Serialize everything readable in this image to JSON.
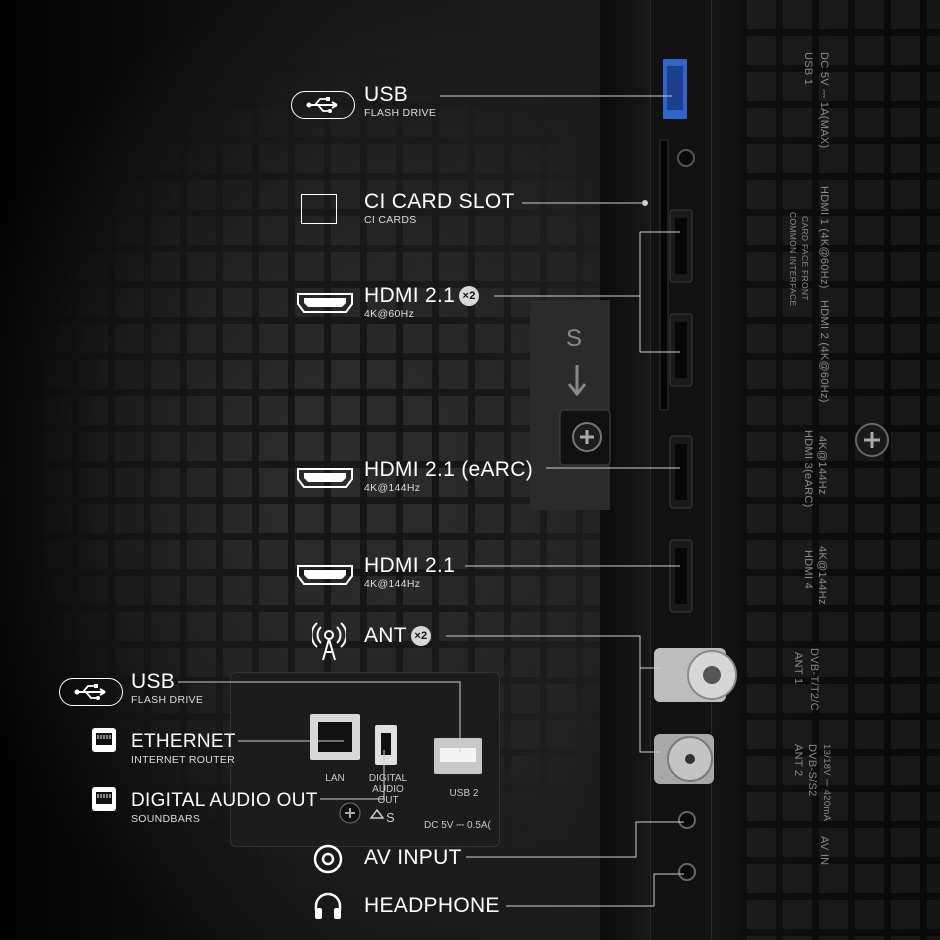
{
  "callouts": {
    "usb_top": {
      "title": "USB",
      "sub": "FLASH DRIVE",
      "icon": "usb-icon"
    },
    "ci": {
      "title": "CI CARD SLOT",
      "sub": "CI CARDS",
      "icon": "card-slot-icon"
    },
    "hdmi21": {
      "title": "HDMI 2.1",
      "badge": "×2",
      "sub": "4K@60Hz",
      "icon": "hdmi-icon"
    },
    "hdmi_earc": {
      "title": "HDMI 2.1 (eARC)",
      "sub": "4K@144Hz",
      "icon": "hdmi-icon"
    },
    "hdmi21b": {
      "title": "HDMI 2.1",
      "sub": "4K@144Hz",
      "icon": "hdmi-icon"
    },
    "ant": {
      "title": "ANT",
      "badge": "×2",
      "icon": "antenna-icon"
    },
    "usb_bottom": {
      "title": "USB",
      "sub": "FLASH DRIVE",
      "icon": "usb-icon"
    },
    "ethernet": {
      "title": "ETHERNET",
      "sub": "INTERNET ROUTER",
      "icon": "ethernet-icon"
    },
    "digital_audio": {
      "title": "DIGITAL AUDIO OUT",
      "sub": "SOUNDBARS",
      "icon": "optical-audio-icon"
    },
    "av": {
      "title": "AV INPUT",
      "icon": "av-input-icon"
    },
    "headphone": {
      "title": "HEADPHONE",
      "icon": "headphone-icon"
    }
  },
  "tv_labels": {
    "usb1": "USB 1",
    "usb1_power": "DC 5V ⎓ 1A(MAX)",
    "common_interface": "COMMON INTERFACE",
    "card_face_front": "CARD FACE FRONT",
    "hdmi1": "HDMI 1 (4K@60Hz)",
    "hdmi2": "HDMI 2 (4K@60Hz)",
    "hdmi3": "HDMI 3(eARC)",
    "hdmi3_rate": "4K@144Hz",
    "hdmi4": "HDMI 4",
    "hdmi4_rate": "4K@144Hz",
    "ant1": "ANT 1",
    "ant1_std": "DVB-T/T2/C",
    "ant2": "ANT 2",
    "ant2_std": "DVB-S/S2",
    "ant2_power": "13/18V ⎓ 420mA",
    "av_in": "AV IN",
    "lan": "LAN",
    "digital_audio_out": "DIGITAL AUDIO OUT",
    "usb2": "USB 2",
    "usb2_power": "DC 5V ⎓ 0.5A(",
    "screw_s": "S"
  },
  "colors": {
    "text": "#ffffff",
    "badge": "#d8d8d8",
    "line": "#cfcfcf"
  }
}
